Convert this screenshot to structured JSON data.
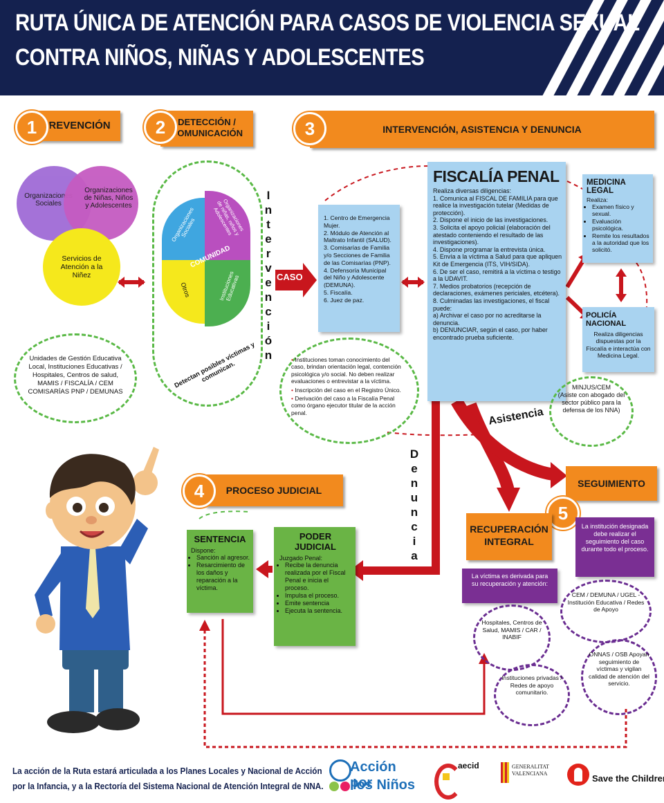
{
  "header": {
    "title_line1": "RUTA ÚNICA DE ATENCIÓN PARA CASOS DE VIOLENCIA SEXUAL",
    "title_line2": "CONTRA NIÑOS, NIÑAS Y ADOLESCENTES"
  },
  "steps": {
    "s1": {
      "num": "1",
      "label": "PREVENCIÓN"
    },
    "s2": {
      "num": "2",
      "label_l1": "DETECCIÓN /",
      "label_l2": "COMUNICACIÓN"
    },
    "s3": {
      "num": "3",
      "label": "INTERVENCIÓN, ASISTENCIA Y DENUNCIA"
    },
    "s4": {
      "num": "4",
      "label": "PROCESO JUDICIAL"
    },
    "s5": {
      "num": "5"
    }
  },
  "prevencion": {
    "circle_a": "Organizaciones Sociales",
    "circle_b": "Organizaciones de Niñas, Niños y Adolescentes",
    "circle_c": "Servicios de Atención a la Niñez",
    "note": "Unidades de Gestión Educativa Local, Instituciones Educativas / Hospitales, Centros de salud, MAMIS / FISCALÍA / CEM COMISARÍAS PNP / DEMUNAS"
  },
  "deteccion": {
    "center": "COMUNIDAD",
    "seg1": "Organizaciones Sociales",
    "seg2": "Organizaciones de niñas, niños y Adolescentes",
    "seg3": "Instituciones Educativas",
    "seg4": "Otros",
    "caption": "Detectan posibles víctimas y comunican."
  },
  "intervencion_vertical": [
    "I",
    "n",
    "t",
    "e",
    "r",
    "v",
    "e",
    "n",
    "c",
    "i",
    "ó",
    "n"
  ],
  "denuncia_vertical": [
    "D",
    "e",
    "n",
    "u",
    "n",
    "c",
    "i",
    "a"
  ],
  "caso": "CASO",
  "instituciones": {
    "items": [
      "1. Centro de Emergencia Mujer.",
      "2. Módulo de Atención al Maltrato Infantil (SALUD).",
      "3. Comisarías de Familia y/o Secciones de Familia de las Comisarías (PNP).",
      "4. Defensoría Municipal del Niño y Adolescente (DEMUNA).",
      "5. Fiscalía.",
      "6. Juez de paz."
    ]
  },
  "instituciones_note": {
    "items": [
      "Instituciones toman conocimiento del caso, brindan orientación legal, contención psicológica y/o social. No deben realizar evaluaciones o entrevistar a la víctima.",
      "Inscripción del caso en el Registro Único.",
      "Derivación del caso a la Fiscalía Penal como órgano ejecutor titular de la acción penal."
    ]
  },
  "fiscalia": {
    "title": "FISCALÍA PENAL",
    "intro": "Realiza diversas diligencias:",
    "items": [
      "1. Comunica al FISCAL DE FAMILIA para que realice la investigación tutelar (Medidas de protección).",
      "2. Dispone el inicio de las investigaciones.",
      "3. Solicita el apoyo policial (elaboración del atestado conteniendo el resultado de las investigaciones).",
      "4. Dispone programar la entrevista única.",
      "5. Envía a la víctima a Salud para que apliquen Kit de Emergencia (ITS, VIH/SIDA).",
      "6. De ser el caso, remitirá a la víctima o testigo a la UDAVIT.",
      "7. Medios probatorios (recepción de declaraciones, exámenes periciales, etcétera).",
      "8. Culminadas las investigaciones, el fiscal puede:",
      "a) Archivar el caso por no acreditarse la denuncia.",
      "b) DENUNCIAR, según el caso, por haber encontrado prueba suficiente."
    ]
  },
  "medicina": {
    "title": "MEDICINA LEGAL",
    "intro": "Realiza:",
    "items": [
      "Examen físico y sexual.",
      "Evaluación psicológica.",
      "Remite los resultados a la autoridad que los solicitó."
    ]
  },
  "policia": {
    "title": "POLICÍA NACIONAL",
    "text": "Realiza diligencias dispuestas por la Fiscalía e interactúa con Medicina Legal."
  },
  "minjus": {
    "title": "MINJUS/CEM",
    "text": "(Asiste con abogado del sector público para la defensa de los NNA)"
  },
  "asistencia": "Asistencia",
  "seguimiento": {
    "label": "SEGUIMIENTO",
    "box": "La institución designada debe realizar el seguimiento del caso durante todo el proceso.",
    "c1": "CEM / DEMUNA / UGEL - Institución Educativa / Redes de Apoyo",
    "c2": "ONNAS / OSB Apoyan seguimiento de víctimas y vigilan calidad de atención del servicio."
  },
  "recuperacion": {
    "label_l1": "RECUPERACIÓN",
    "label_l2": "INTEGRAL",
    "box": "La víctima es derivada para su recuperación y atención:",
    "c1": "Hospitales, Centros de Salud, MAMIS / CAR / INABIF",
    "c2": "Instituciones privadas / Redes de apoyo comunitario."
  },
  "sentencia": {
    "title": "SENTENCIA",
    "intro": "Dispone:",
    "items": [
      "Sanción al agresor.",
      "Resarcimiento de los daños y reparación a la víctima."
    ]
  },
  "poder": {
    "title": "PODER JUDICIAL",
    "intro": "Juzgado Penal:",
    "items": [
      "Recibe la denuncia realizada por el Fiscal Penal e inicia el proceso.",
      "Impulsa el proceso.",
      "Emite sentencia",
      "Ejecuta la sentencia."
    ]
  },
  "footer": {
    "line1": "La acción de la Ruta estará articulada a los Planes Locales y Nacional de Acción",
    "line2": "por la Infancia, y a la Rectoría del Sistema Nacional de Atención Integral de NNA.",
    "logo1_l1": "Acción por",
    "logo1_l2": "los Niños",
    "logo2": "aecid",
    "logo3_l1": "GENERALITAT",
    "logo3_l2": "VALENCIANA",
    "logo4": "Save the Children"
  },
  "colors": {
    "navy": "#14214f",
    "orange": "#f28a1e",
    "red": "#c8161d",
    "blue_box": "#a9d3f0",
    "green_box": "#6ab445",
    "purple_box": "#7a2f93"
  }
}
